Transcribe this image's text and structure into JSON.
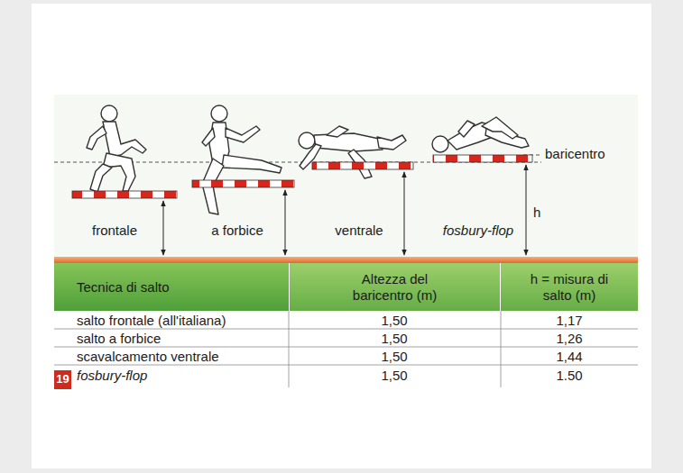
{
  "diagram": {
    "nodes": [
      {
        "text": [
          "Tecnica di salto"
        ]
      },
      {
        "text": [
          "Altezza del baricentro (m)"
        ]
      },
      {
        "text": [
          "h = misura di salto (m)"
        ]
      },
      {
        "text": [
          "19"
        ]
      }
    ],
    "labels": [
      "frontale",
      "a forbice",
      "ventrale",
      "fosbury-flop",
      "baricentro",
      "h",
      "salto frontale (all'italiana)",
      "1,50",
      "1,17",
      "salto a forbice",
      "1,50",
      "1,26",
      "scavalcamento ventrale",
      "1,50",
      "1,44",
      "fosbury-flop",
      "1,50",
      "1.50"
    ]
  }
}
